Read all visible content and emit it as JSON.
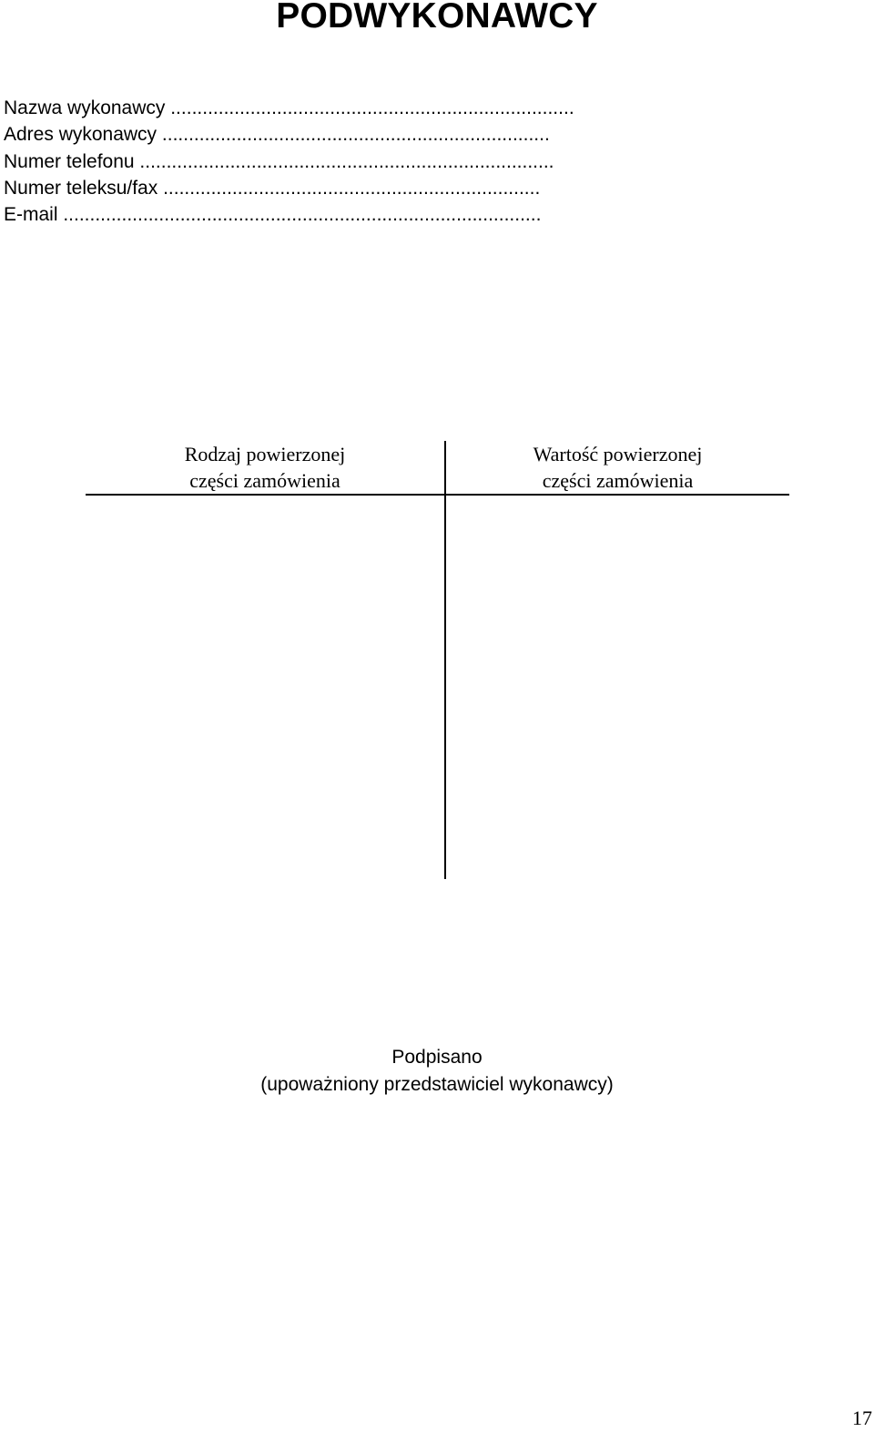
{
  "title": "PODWYKONAWCY",
  "fields": [
    "Nazwa wykonawcy ............................................................................",
    "Adres wykonawcy .........................................................................",
    "Numer telefonu ..............................................................................",
    "Numer teleksu/fax .......................................................................",
    "E-mail .........................................................................................."
  ],
  "table": {
    "left_header": [
      "Rodzaj powierzonej",
      "części zamówienia"
    ],
    "right_header": [
      "Wartość  powierzonej",
      "części zamówienia"
    ]
  },
  "signature": {
    "line1": "Podpisano",
    "line2": "(upoważniony przedstawiciel wykonawcy)"
  },
  "page_number": "17"
}
